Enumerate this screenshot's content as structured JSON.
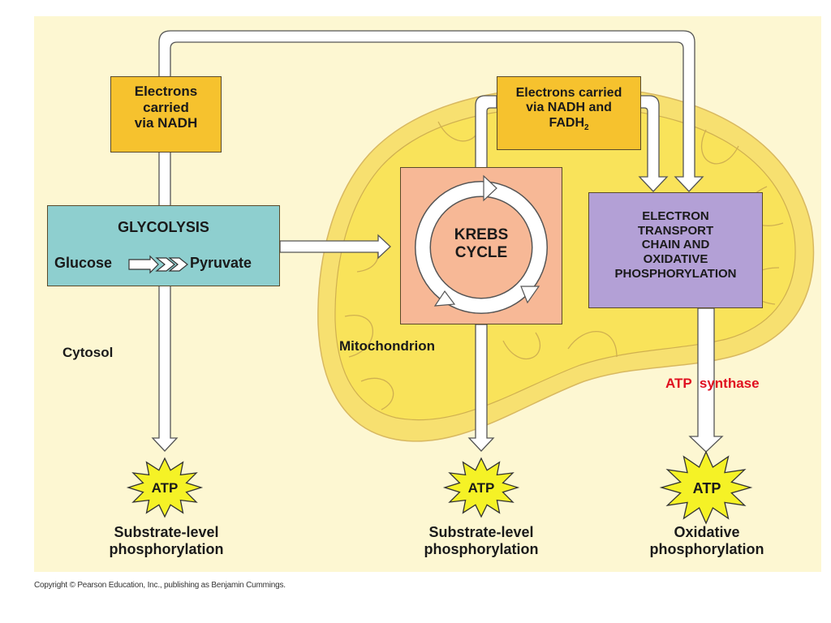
{
  "diagram": {
    "title": "Cellular respiration overview",
    "regions": {
      "cytosol": "Cytosol",
      "mitochondrion": "Mitochondrion"
    },
    "electrons_nadh": [
      "Electrons",
      "carried",
      "via NADH"
    ],
    "electrons_nadh_fadh2": {
      "line1": "Electrons carried",
      "line2": "via NADH and",
      "line3_main": "FADH",
      "line3_sub": "2"
    },
    "glycolysis": {
      "title": "GLYCOLYSIS",
      "input": "Glucose",
      "output": "Pyruvate"
    },
    "krebs": [
      "KREBS",
      "CYCLE"
    ],
    "etc": [
      "ELECTRON",
      "TRANSPORT",
      "CHAIN AND",
      "OXIDATIVE",
      "PHOSPHORYLATION"
    ],
    "atp_synthase": "ATP  synthase",
    "atp_bursts": [
      {
        "label": "ATP",
        "caption": [
          "Substrate-level",
          "phosphorylation"
        ]
      },
      {
        "label": "ATP",
        "caption": [
          "Substrate-level",
          "phosphorylation"
        ]
      },
      {
        "label": "ATP",
        "caption": [
          "Oxidative",
          "phosphorylation"
        ]
      }
    ],
    "copyright": "Copyright © Pearson Education, Inc., publishing as Benjamin Cummings."
  },
  "colors": {
    "background": "#fdf7d2",
    "mitochondrion_outer": "#f7e070",
    "mitochondrion_inner": "#f9e35a",
    "electron_box": "#f6c22e",
    "glycolysis_box": "#8ecfcf",
    "krebs_box": "#f7b896",
    "etc_box": "#b3a0d6",
    "atp_burst": "#f5f226",
    "atp_synthase_text": "#e01020",
    "arrow_fill": "#ffffff",
    "arrow_stroke": "#555555"
  }
}
